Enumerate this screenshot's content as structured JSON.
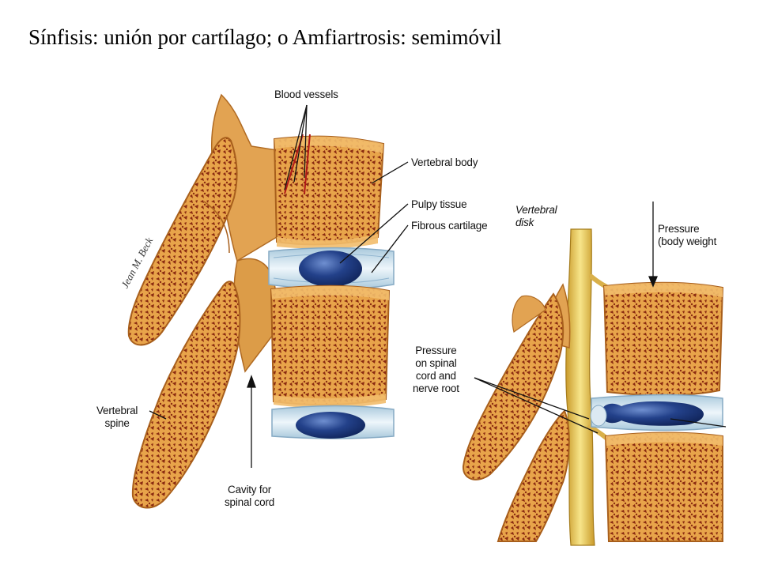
{
  "slide": {
    "title": "Sínfisis: unión por cartílago; o Amfiartrosis: semimóvil"
  },
  "diagram": {
    "signature": "Jean M. Beck",
    "colors": {
      "bone": "#e8a44a",
      "spongy": "#8a2a10",
      "cartilage": "#cfe2ef",
      "nucleus": "#1f3d86",
      "cord": "#f0d060"
    },
    "labels": {
      "blood_vessels": "Blood vessels",
      "vertebral_body": "Vertebral body",
      "pulpy_tissue": "Pulpy tissue",
      "fibrous_cartilage": "Fibrous cartilage",
      "vertebral_disk": [
        "Vertebral",
        "disk"
      ],
      "pressure_body_weight": [
        "Pressure",
        "(body weight"
      ],
      "pressure_spinal_cord": [
        "Pressure",
        "on spinal",
        "cord and",
        "nerve root"
      ],
      "vertebral_spine": [
        "Vertebral",
        "spine"
      ],
      "cavity_spinal_cord": [
        "Cavity for",
        "spinal cord"
      ]
    }
  }
}
